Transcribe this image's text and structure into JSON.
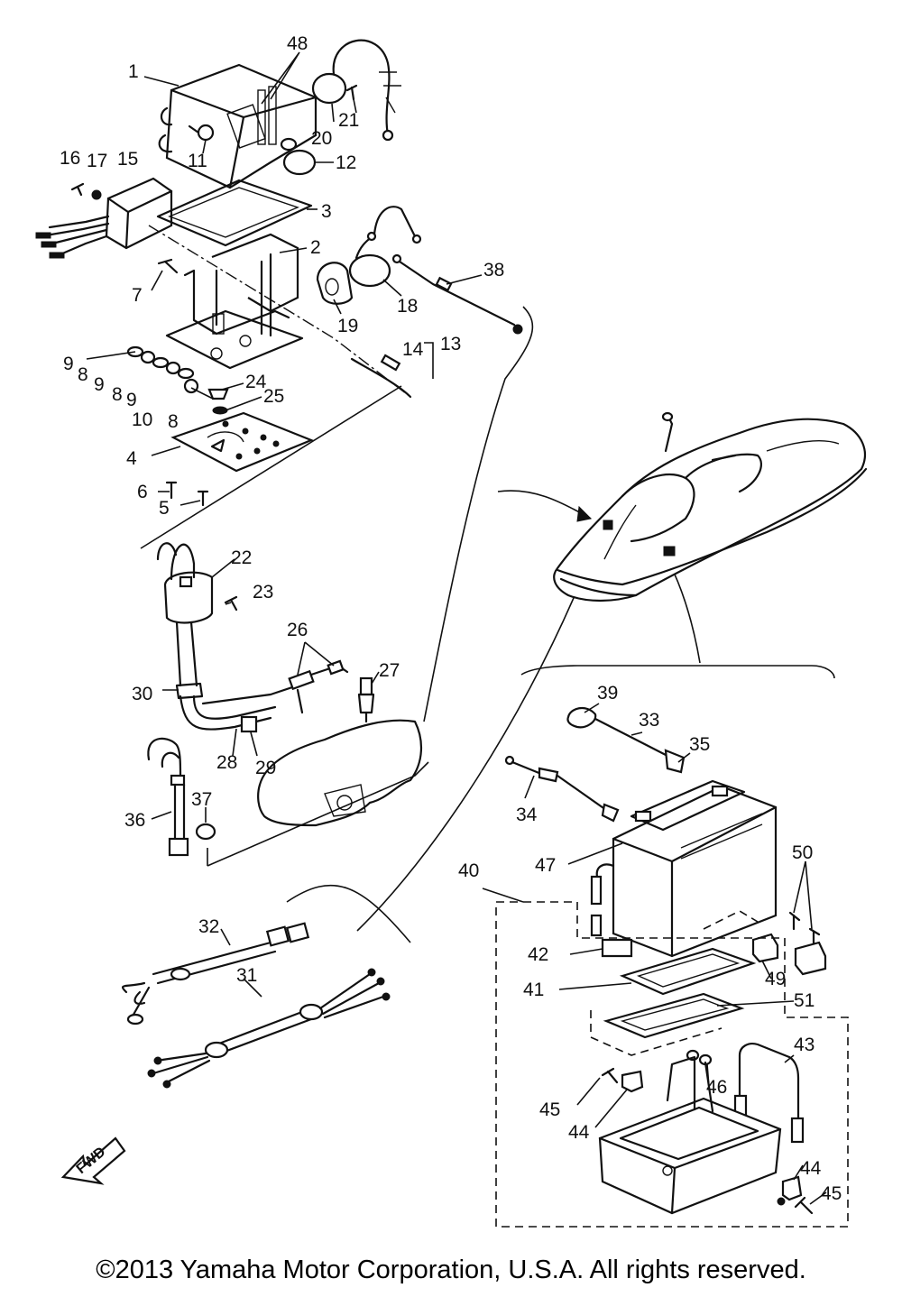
{
  "callouts": {
    "c48": "48",
    "c1": "1",
    "c20": "20",
    "c21": "21",
    "c11": "11",
    "c12": "12",
    "c16": "16",
    "c17": "17",
    "c15": "15",
    "c3": "3",
    "c2": "2",
    "c38": "38",
    "c7": "7",
    "c18": "18",
    "c19": "19",
    "c13": "13",
    "c14": "14",
    "c9a": "9",
    "c8a": "8",
    "c9b": "9",
    "c8b": "8",
    "c9c": "9",
    "c10": "10",
    "c8c": "8",
    "c24": "24",
    "c25": "25",
    "c4": "4",
    "c6": "6",
    "c5": "5",
    "c22": "22",
    "c23": "23",
    "c26": "26",
    "c27": "27",
    "c30": "30",
    "c28": "28",
    "c29": "29",
    "c36": "36",
    "c37": "37",
    "c32": "32",
    "c31": "31",
    "c39": "39",
    "c33": "33",
    "c35": "35",
    "c34": "34",
    "c47": "47",
    "c40": "40",
    "c50": "50",
    "c42": "42",
    "c49": "49",
    "c41": "41",
    "c51": "51",
    "c43": "43",
    "c46": "46",
    "c45a": "45",
    "c44a": "44",
    "c44b": "44",
    "c45b": "45"
  },
  "fwd_label": "FWD",
  "copyright": "©2013 Yamaha Motor Corporation, U.S.A. All rights reserved."
}
